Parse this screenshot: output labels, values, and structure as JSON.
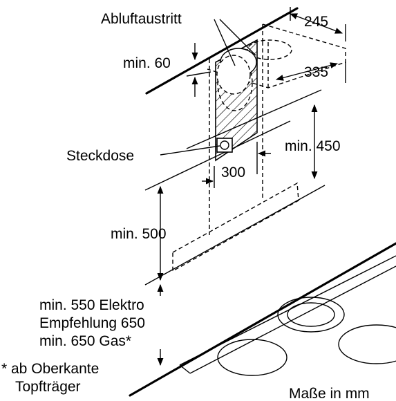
{
  "labels": {
    "exhaust_outlet": "Abluftaustritt",
    "socket": "Steckdose",
    "dim_245": "245",
    "dim_335": "335",
    "dim_min60": "min. 60",
    "dim_min450": "min. 450",
    "dim_300": "300",
    "dim_min500": "min. 500",
    "note_line1": "min. 550 Elektro",
    "note_line2": "Empfehlung 650",
    "note_line3": "min. 650 Gas*",
    "footnote_line1": "* ab Oberkante",
    "footnote_line2": "Topfträger",
    "units": "Maße in mm"
  }
}
